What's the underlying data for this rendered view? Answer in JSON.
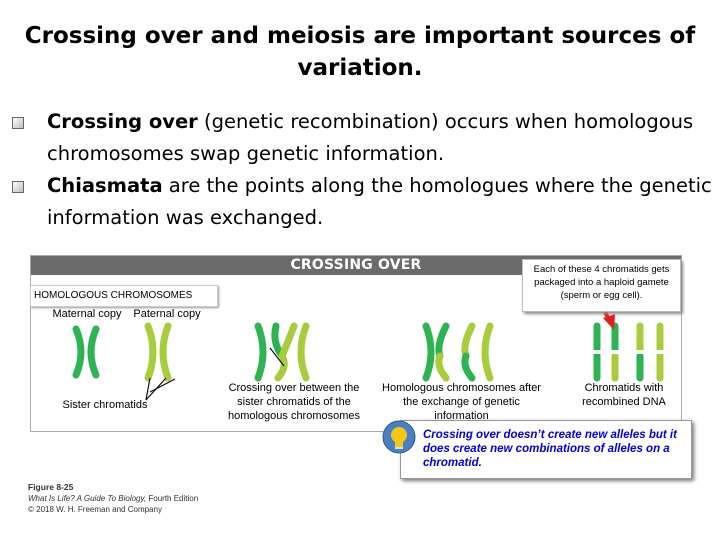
{
  "title": "Crossing over and meiosis are important sources of variation.",
  "bullets": [
    {
      "term": "Crossing over",
      "text": " (genetic recombination) occurs when homologous chromosomes swap genetic information."
    },
    {
      "term": "Chiasmata",
      "text": " are the points along the homologues where the genetic information was exchanged."
    }
  ],
  "figure": {
    "band_title": "CROSSING OVER",
    "homologous_label": "HOMOLOGOUS CHROMOSOMES",
    "maternal_label": "Maternal copy",
    "paternal_label": "Paternal copy",
    "sister_label": "Sister chromatids",
    "crossing_label": "Crossing over between the sister chromatids of the homologous chromosomes",
    "homologous_after_label": "Homologous chromosomes after the exchange of genetic information",
    "recombined_label": "Chromatids with recombined DNA",
    "callout": "Each of these 4 chromatids gets packaged into a haploid gamete (sperm or egg cell).",
    "note": "Crossing over doesn’t create new alleles but it does create new combinations of alleles on a chromatid.",
    "colors": {
      "maternal": "#2db352",
      "paternal": "#a7cc3c",
      "band": "#6b6b6b",
      "arrow": "#e0201a",
      "note_text": "#0000dd",
      "bulb": "#f5c518"
    }
  },
  "credit": {
    "figure_no": "Figure 8-25",
    "book": "What Is Life? A Guide To Biology,",
    "edition": "Fourth Edition",
    "copyright": "© 2018 W. H. Freeman and Company"
  }
}
